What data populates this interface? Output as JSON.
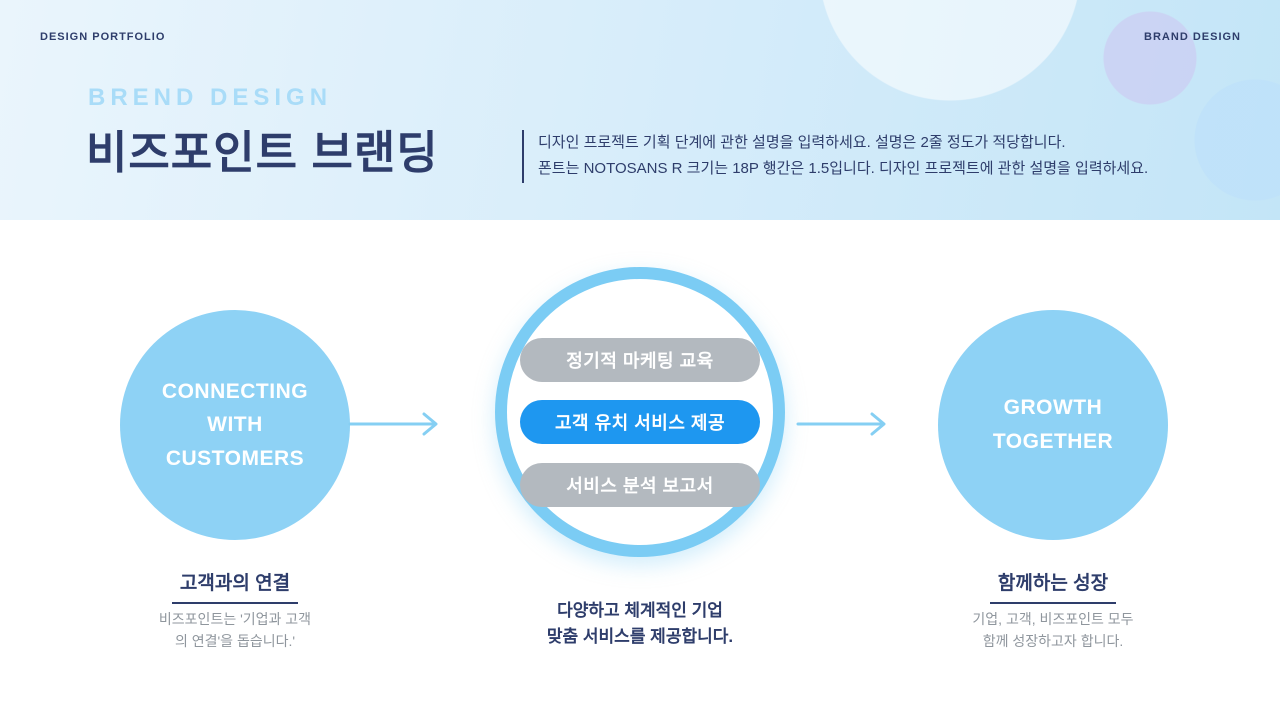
{
  "header": {
    "top_left_label": "DESIGN PORTFOLIO",
    "top_right_label": "BRAND DESIGN",
    "eyebrow": "BREND DESIGN",
    "title": "비즈포인트 브랜딩",
    "description_line1": "디자인 프로젝트 기획 단계에 관한 설명을 입력하세요. 설명은 2줄 정도가 적당합니다.",
    "description_line2": "폰트는 NOTOSANS R 크기는 18P 행간은 1.5입니다. 디자인 프로젝트에 관한 설명을 입력하세요."
  },
  "diagram": {
    "left_circle_label": "CONNECTING\nWITH\nCUSTOMERS",
    "right_circle_label": "GROWTH\nTOGETHER",
    "center": {
      "pills": [
        {
          "label": "정기적 마케팅 교육",
          "variant": "gray"
        },
        {
          "label": "고객 유치 서비스 제공",
          "variant": "blue"
        },
        {
          "label": "서비스 분석 보고서",
          "variant": "gray"
        }
      ]
    }
  },
  "captions": {
    "left": {
      "title": "고객과의 연결",
      "body": "비즈포인트는 '기업과 고객\n의 연결'을 돕습니다.'"
    },
    "center": {
      "body": "다양하고 체계적인 기업\n맞춤 서비스를 제공합니다."
    },
    "right": {
      "title": "함께하는 성장",
      "body": "기업, 고객, 비즈포인트 모두\n함께 성장하고자 합니다."
    }
  },
  "colors": {
    "navy": "#2e3d6b",
    "eyebrow_blue": "#a9dcf8",
    "circle_blue": "#8ed2f5",
    "ring_blue": "#7bccf4",
    "pill_gray": "#b3b9bf",
    "pill_blue": "#1e97f0",
    "muted_text": "#8f969d",
    "arrow_blue": "#85cff3",
    "header_gradient_start": "#eaf5fc",
    "header_gradient_end": "#c3e5f7"
  }
}
